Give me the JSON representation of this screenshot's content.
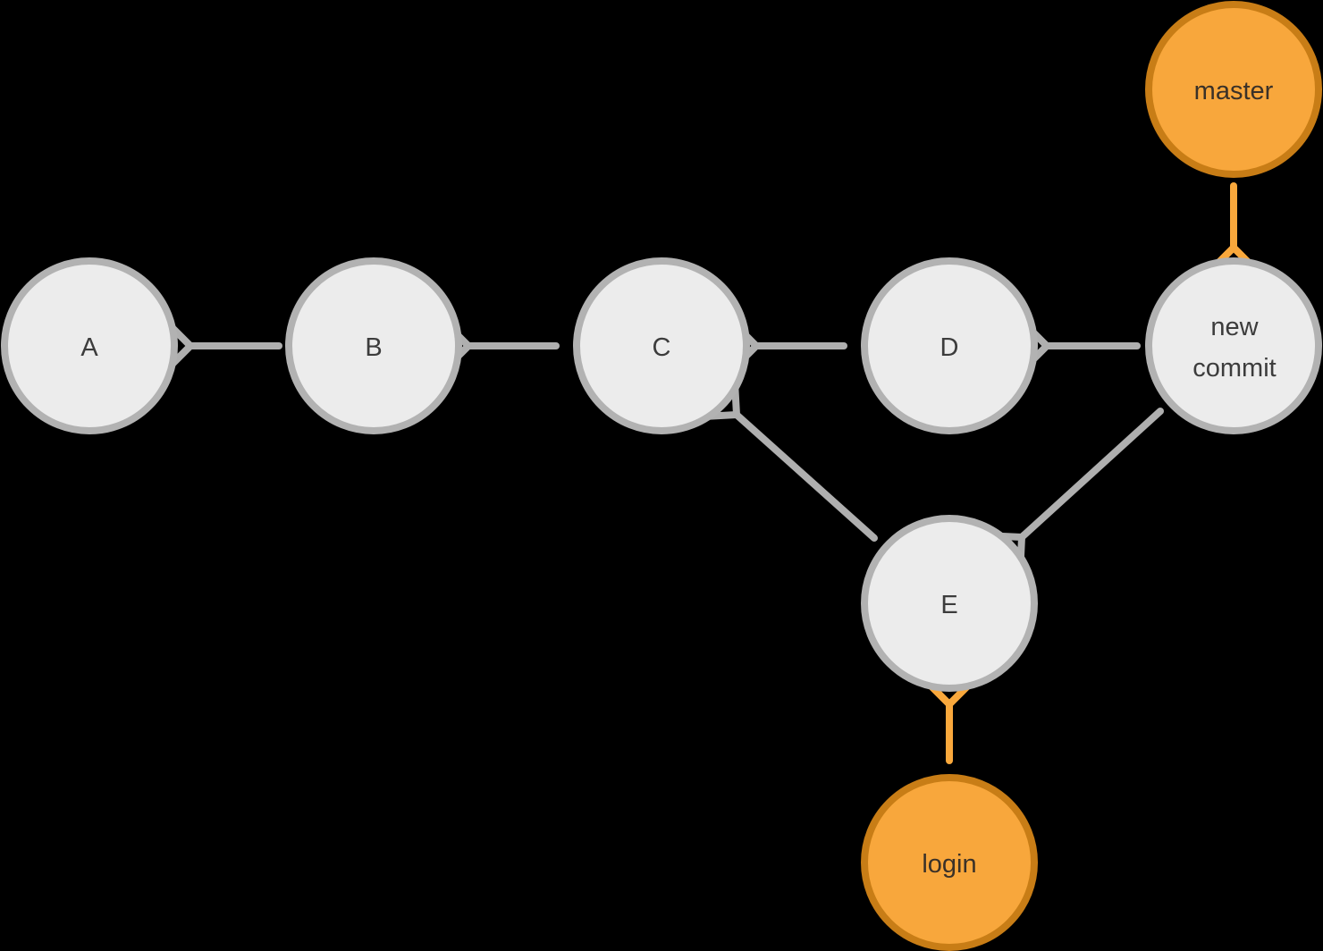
{
  "colors": {
    "bg": "#000000",
    "commit_fill": "#ECECEC",
    "commit_stroke": "#B2B2B2",
    "branch_fill": "#F8A73C",
    "branch_stroke": "#C87D16",
    "edge_gray": "#AFAFAF",
    "edge_orange": "#F9A83C",
    "commit_text": "#3C3C3C",
    "branch_text": "#3A3128"
  },
  "graph": {
    "type": "git-commit-graph",
    "nodes": [
      {
        "id": "A",
        "label": "A",
        "type": "commit"
      },
      {
        "id": "B",
        "label": "B",
        "type": "commit"
      },
      {
        "id": "C",
        "label": "C",
        "type": "commit"
      },
      {
        "id": "D",
        "label": "D",
        "type": "commit"
      },
      {
        "id": "new_commit",
        "label": "new commit",
        "lines": [
          "new",
          "commit"
        ],
        "type": "commit"
      },
      {
        "id": "E",
        "label": "E",
        "type": "commit"
      },
      {
        "id": "master",
        "label": "master",
        "type": "branch"
      },
      {
        "id": "login",
        "label": "login",
        "type": "branch"
      }
    ],
    "edges": [
      {
        "from": "B",
        "to": "A",
        "style": "gray"
      },
      {
        "from": "C",
        "to": "B",
        "style": "gray"
      },
      {
        "from": "D",
        "to": "C",
        "style": "gray"
      },
      {
        "from": "new_commit",
        "to": "D",
        "style": "gray"
      },
      {
        "from": "new_commit",
        "to": "E",
        "style": "gray"
      },
      {
        "from": "E",
        "to": "C",
        "style": "gray"
      },
      {
        "from": "master",
        "to": "new_commit",
        "style": "orange"
      },
      {
        "from": "login",
        "to": "E",
        "style": "orange"
      }
    ]
  }
}
